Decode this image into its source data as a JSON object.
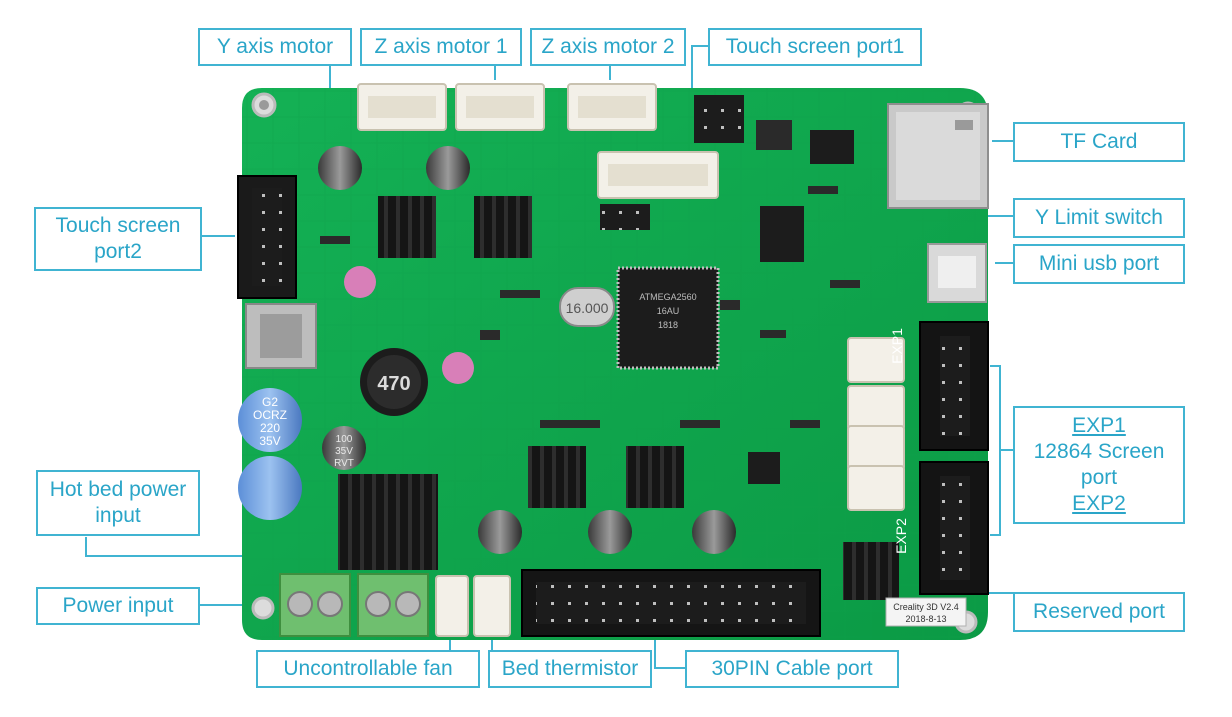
{
  "labels": {
    "y_axis_motor": "Y axis motor",
    "z_axis_motor_1": "Z axis motor 1",
    "z_axis_motor_2": "Z axis motor 2",
    "touch_screen_port1": "Touch screen port1",
    "tf_card": "TF Card",
    "touch_screen_port2": [
      "Touch screen",
      "port2"
    ],
    "y_limit_switch": "Y Limit switch",
    "mini_usb_port": "Mini usb port",
    "exp1_block": [
      "EXP1",
      "12864 Screen",
      "port",
      "EXP2"
    ],
    "hot_bed_power_input": [
      "Hot bed power",
      "input"
    ],
    "power_input": "Power input",
    "reserved_port": "Reserved port",
    "uncontrollable_fan": "Uncontrollable fan",
    "bed_thermistor": "Bed thermistor",
    "cable_port_30pin": "30PIN Cable port"
  },
  "board": {
    "cap_value": [
      "100",
      "35V",
      "RVT"
    ],
    "large_cap_value": [
      "G2",
      "OCRZ",
      "220",
      "35V"
    ],
    "inductor_value": "470",
    "crystal_value": "16.000",
    "model_label": "Creality 3D V2.4",
    "date_label": "2018-8-13",
    "chip_label": [
      "ATMEGA2560",
      "16AU",
      "1818"
    ],
    "exp1_silk": "EXP1",
    "exp2_silk": "EXP2"
  },
  "colors": {
    "label_border": "#40b4d2",
    "label_text": "#2aa5c8",
    "board_green": "#10a84e",
    "heatsink": "#141414",
    "connector_white": "#f3f0e8"
  }
}
